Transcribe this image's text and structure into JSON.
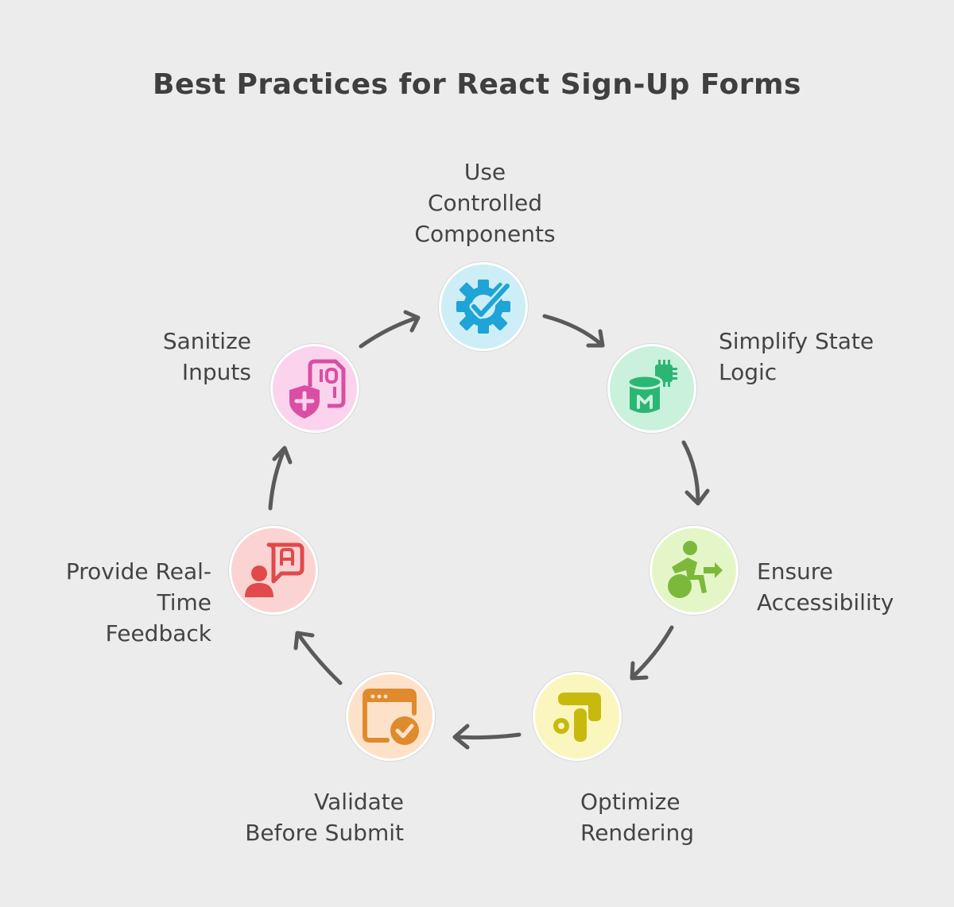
{
  "title": "Best Practices for React Sign-Up Forms",
  "nodes": [
    {
      "label": "Use\nControlled\nComponents",
      "icon": "gear-check-icon",
      "bg": "#cdeef7",
      "color": "#1ea4d6"
    },
    {
      "label": "Simplify State\nLogic",
      "icon": "database-chip-icon",
      "bg": "#c9f1dc",
      "color": "#2cb673"
    },
    {
      "label": "Ensure\nAccessibility",
      "icon": "wheelchair-arrow-icon",
      "bg": "#e4f6c8",
      "color": "#7cb93a"
    },
    {
      "label": "Optimize\nRendering",
      "icon": "google-optimize-icon",
      "bg": "#fbf6bd",
      "color": "#c8b90f"
    },
    {
      "label": "Validate\nBefore Submit",
      "icon": "browser-check-icon",
      "bg": "#fde2c9",
      "color": "#e08a2e"
    },
    {
      "label": "Provide Real-\nTime\nFeedback",
      "icon": "user-feedback-icon",
      "bg": "#fbd3d3",
      "color": "#e04a4a"
    },
    {
      "label": "Sanitize\nInputs",
      "icon": "shield-document-icon",
      "bg": "#fbd3ec",
      "color": "#d94fa3"
    }
  ],
  "arrow_color": "#5a5a5a"
}
